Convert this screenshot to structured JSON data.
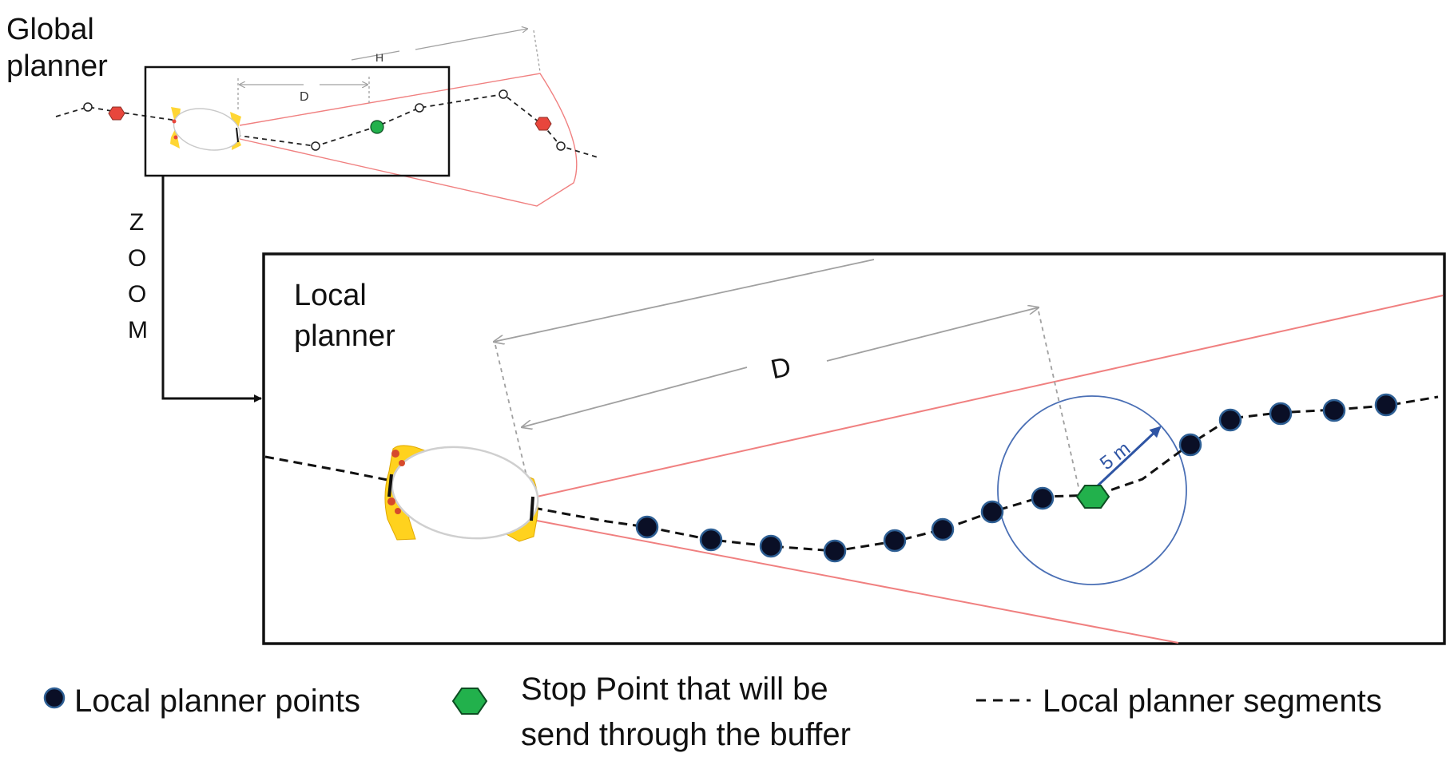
{
  "global_panel": {
    "title_line1": "Global",
    "title_line2": "planner",
    "dim_outer": "H",
    "dim_inner": "D"
  },
  "zoom": {
    "letters": [
      "Z",
      "O",
      "O",
      "M"
    ]
  },
  "local_panel": {
    "title_line1": "Local",
    "title_line2": "planner",
    "dim_label": "D",
    "radius_label": "5 m"
  },
  "legend": {
    "points_label": "Local planner points",
    "stop_label_line1": "Stop Point that will be",
    "stop_label_line2": "send through the buffer",
    "segments_label": "Local planner segments"
  },
  "colors": {
    "fov_line": "#f08080",
    "path": "#111111",
    "point_fill": "#0a0f26",
    "point_stroke": "#2e5f94",
    "stop_point": "#22b14c",
    "obstacle": "#e8463c",
    "circle": "#4a6fb5",
    "radius_arrow": "#2f55a4",
    "dimension": "#a0a0a0",
    "vehicle_body": "#fff159"
  },
  "icons": [
    "vehicle-icon",
    "stop-point-icon",
    "local-point-icon",
    "obstacle-icon",
    "waypoint-icon"
  ]
}
